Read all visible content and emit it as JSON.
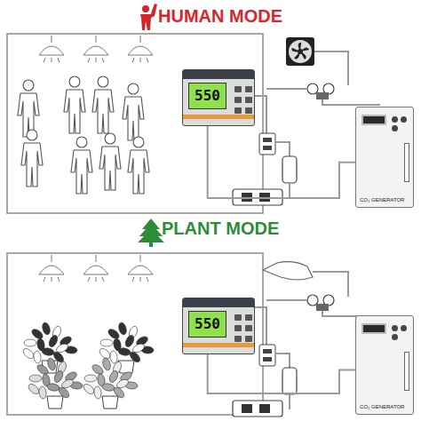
{
  "diagram": {
    "nodes": [
      {
        "text": [
          "550"
        ]
      },
      {
        "text": [
          "CO₂ GENERATOR"
        ]
      },
      {
        "text": [
          "550"
        ]
      },
      {
        "text": [
          "CO₂ GENERATOR"
        ]
      }
    ],
    "edges": [
      {
        "from": 0,
        "to": 1,
        "arrow": "none"
      },
      {
        "from": 2,
        "to": 3,
        "arrow": "none"
      }
    ],
    "labels": [
      "HUMAN MODE",
      "PLANT MODE"
    ]
  }
}
